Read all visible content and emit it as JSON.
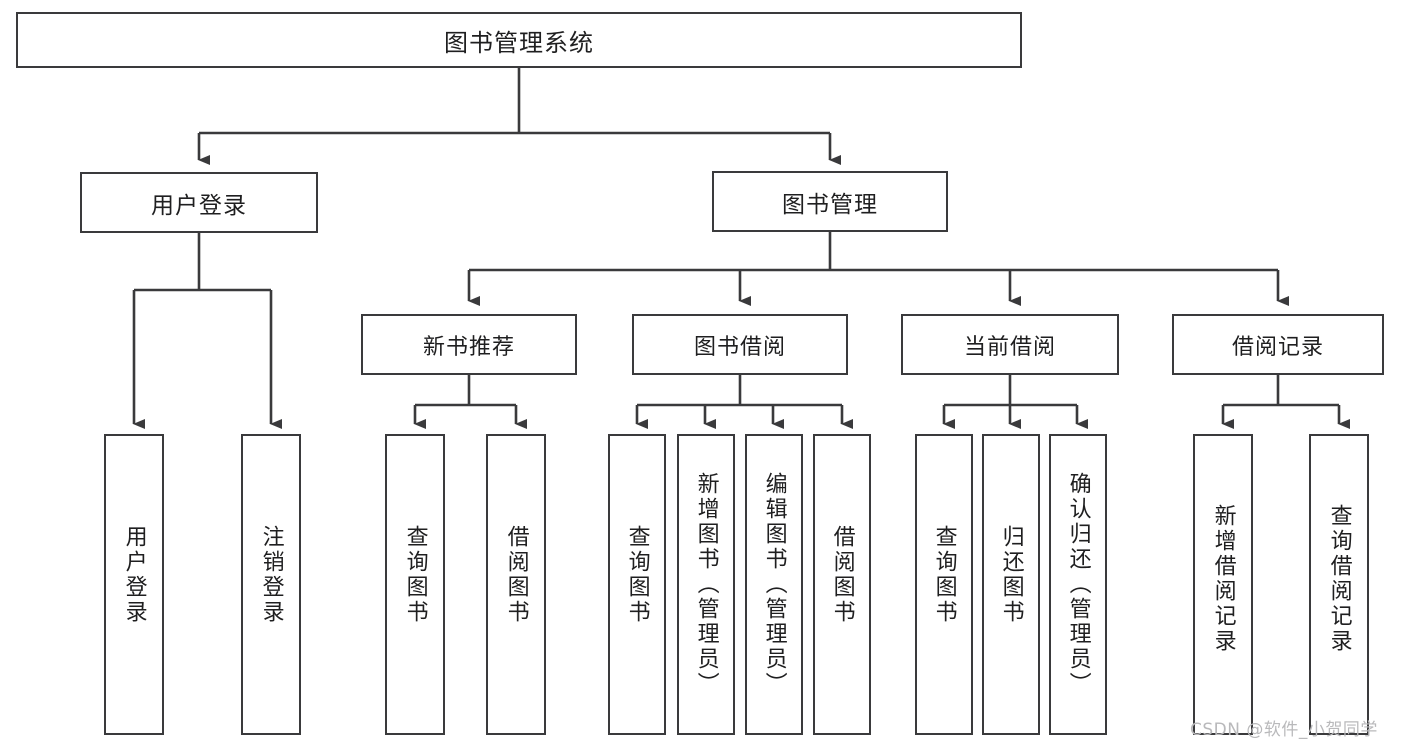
{
  "diagram": {
    "title": "图书管理系统",
    "type": "tree",
    "root": {
      "id": "root",
      "label": "图书管理系统",
      "orientation": "horizontal"
    },
    "level2": [
      {
        "id": "user-login",
        "label": "用户登录",
        "orientation": "horizontal"
      },
      {
        "id": "book-manage",
        "label": "图书管理",
        "orientation": "horizontal"
      }
    ],
    "level3": [
      {
        "id": "new-book-recommend",
        "label": "新书推荐",
        "parent": "book-manage",
        "orientation": "horizontal"
      },
      {
        "id": "book-borrow",
        "label": "图书借阅",
        "parent": "book-manage",
        "orientation": "horizontal"
      },
      {
        "id": "current-borrow",
        "label": "当前借阅",
        "parent": "book-manage",
        "orientation": "horizontal"
      },
      {
        "id": "borrow-record",
        "label": "借阅记录",
        "parent": "book-manage",
        "orientation": "horizontal"
      }
    ],
    "leaves": [
      {
        "id": "leaf-user-login",
        "label": "用户登录",
        "parent": "user-login",
        "orientation": "vertical"
      },
      {
        "id": "leaf-user-logout",
        "label": "注销登录",
        "parent": "user-login",
        "orientation": "vertical"
      },
      {
        "id": "leaf-nb-query",
        "label": "查询图书",
        "parent": "new-book-recommend",
        "orientation": "vertical"
      },
      {
        "id": "leaf-nb-borrow",
        "label": "借阅图书",
        "parent": "new-book-recommend",
        "orientation": "vertical"
      },
      {
        "id": "leaf-bb-query",
        "label": "查询图书",
        "parent": "book-borrow",
        "orientation": "vertical"
      },
      {
        "id": "leaf-bb-add",
        "label": "新增图书（管理员）",
        "parent": "book-borrow",
        "orientation": "vertical"
      },
      {
        "id": "leaf-bb-edit",
        "label": "编辑图书（管理员）",
        "parent": "book-borrow",
        "orientation": "vertical"
      },
      {
        "id": "leaf-bb-borrow",
        "label": "借阅图书",
        "parent": "book-borrow",
        "orientation": "vertical"
      },
      {
        "id": "leaf-cb-query",
        "label": "查询图书",
        "parent": "current-borrow",
        "orientation": "vertical"
      },
      {
        "id": "leaf-cb-return",
        "label": "归还图书",
        "parent": "current-borrow",
        "orientation": "vertical"
      },
      {
        "id": "leaf-cb-confirm",
        "label": "确认归还（管理员）",
        "parent": "current-borrow",
        "orientation": "vertical"
      },
      {
        "id": "leaf-br-add",
        "label": "新增借阅记录",
        "parent": "borrow-record",
        "orientation": "vertical"
      },
      {
        "id": "leaf-br-query",
        "label": "查询借阅记录",
        "parent": "borrow-record",
        "orientation": "vertical"
      }
    ],
    "colors": {
      "background": "#ffffff",
      "node_fill": "#ffffff",
      "node_border": "#3a3a3c",
      "edge": "#3a3a3c",
      "text": "#1f1f20",
      "watermark": "#b9b9bb"
    }
  },
  "watermark": {
    "text": "CSDN @软件_小贺同学"
  }
}
